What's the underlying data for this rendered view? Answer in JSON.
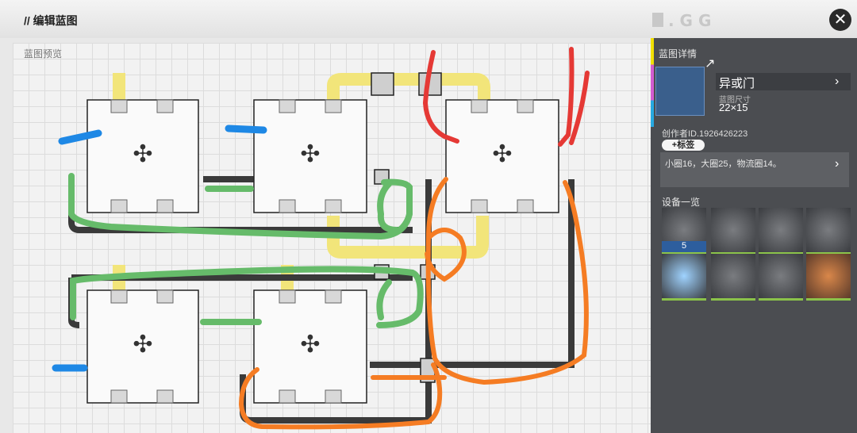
{
  "header": {
    "title": "// 编辑蓝图"
  },
  "preview": {
    "label": "蓝图预览"
  },
  "details": {
    "section_title": "蓝图详情",
    "blueprint_name": "异或门",
    "size_label": "蓝图尺寸",
    "size_value": "22×15",
    "creator": "创作者ID.1926426223",
    "tag_button": "+标签",
    "description": "小圈16，大圈25，物流圈14。"
  },
  "equipment": {
    "section_title": "设备一览",
    "items": [
      {
        "icon": "storage-machine-icon",
        "count": "5"
      },
      {
        "icon": "splitter-icon"
      },
      {
        "icon": "merger-icon"
      },
      {
        "icon": "converger-icon"
      },
      {
        "icon": "conveyor-belt-icon"
      },
      {
        "icon": "bridge-icon"
      },
      {
        "icon": "bridge-alt-icon"
      },
      {
        "icon": "floor-plate-icon"
      }
    ]
  },
  "colors": {
    "accent_yellow": "#f2e000",
    "red": "#e53935",
    "orange": "#f57c23",
    "green": "#66bb6a",
    "blue": "#1e88e5"
  }
}
